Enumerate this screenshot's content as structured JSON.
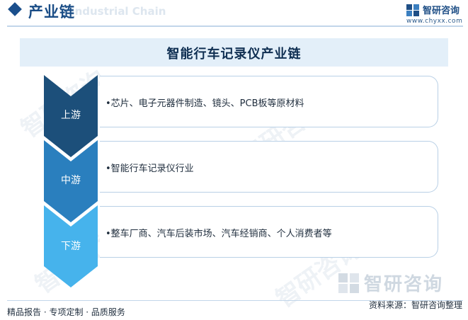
{
  "header": {
    "title": "产业链",
    "ghost_text": "Industrial Chain",
    "logo_name": "智研咨询",
    "logo_url": "www.chyxx.com"
  },
  "diagram": {
    "title": "智能行车记录仪产业链",
    "stages": [
      {
        "label": "上游",
        "content": "•芯片、电子元器件制造、镜头、PCB板等原材料",
        "color": "#1c4f7a"
      },
      {
        "label": "中游",
        "content": "•智能行车记录仪行业",
        "color": "#2a7fbe"
      },
      {
        "label": "下游",
        "content": "•整车厂商、汽车后装市场、汽车经销商、个人消费者等",
        "color": "#46b3ec"
      }
    ]
  },
  "watermark": {
    "text": "智研咨询"
  },
  "footer": {
    "left": "精品报告 · 专项定制 · 品质服务",
    "right": "资料来源：智研咨询整理"
  }
}
